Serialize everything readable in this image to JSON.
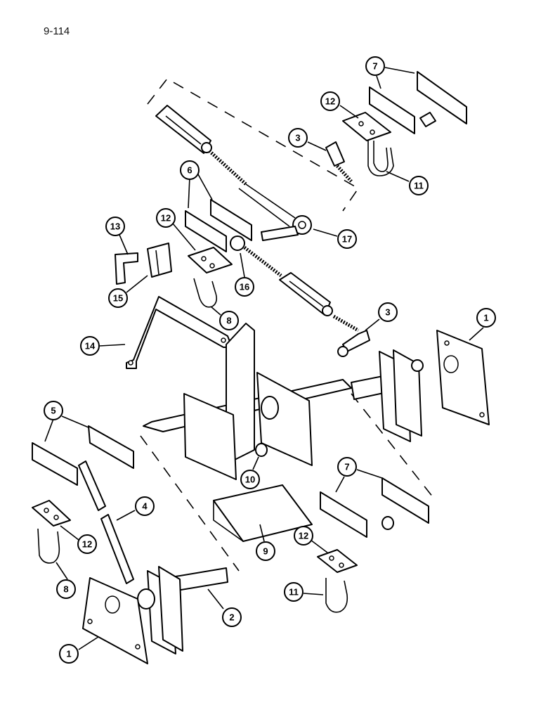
{
  "page_number": "9-114",
  "callouts": [
    {
      "id": "c1a",
      "label": "1"
    },
    {
      "id": "c1b",
      "label": "1"
    },
    {
      "id": "c2",
      "label": "2"
    },
    {
      "id": "c3a",
      "label": "3"
    },
    {
      "id": "c3b",
      "label": "3"
    },
    {
      "id": "c4",
      "label": "4"
    },
    {
      "id": "c5",
      "label": "5"
    },
    {
      "id": "c6",
      "label": "6"
    },
    {
      "id": "c7a",
      "label": "7"
    },
    {
      "id": "c7b",
      "label": "7"
    },
    {
      "id": "c8a",
      "label": "8"
    },
    {
      "id": "c8b",
      "label": "8"
    },
    {
      "id": "c9",
      "label": "9"
    },
    {
      "id": "c10",
      "label": "10"
    },
    {
      "id": "c11a",
      "label": "11"
    },
    {
      "id": "c11b",
      "label": "11"
    },
    {
      "id": "c12a",
      "label": "12"
    },
    {
      "id": "c12b",
      "label": "12"
    },
    {
      "id": "c12c",
      "label": "12"
    },
    {
      "id": "c12d",
      "label": "12"
    },
    {
      "id": "c13",
      "label": "13"
    },
    {
      "id": "c14",
      "label": "14"
    },
    {
      "id": "c15",
      "label": "15"
    },
    {
      "id": "c16",
      "label": "16"
    },
    {
      "id": "c17",
      "label": "17"
    }
  ]
}
